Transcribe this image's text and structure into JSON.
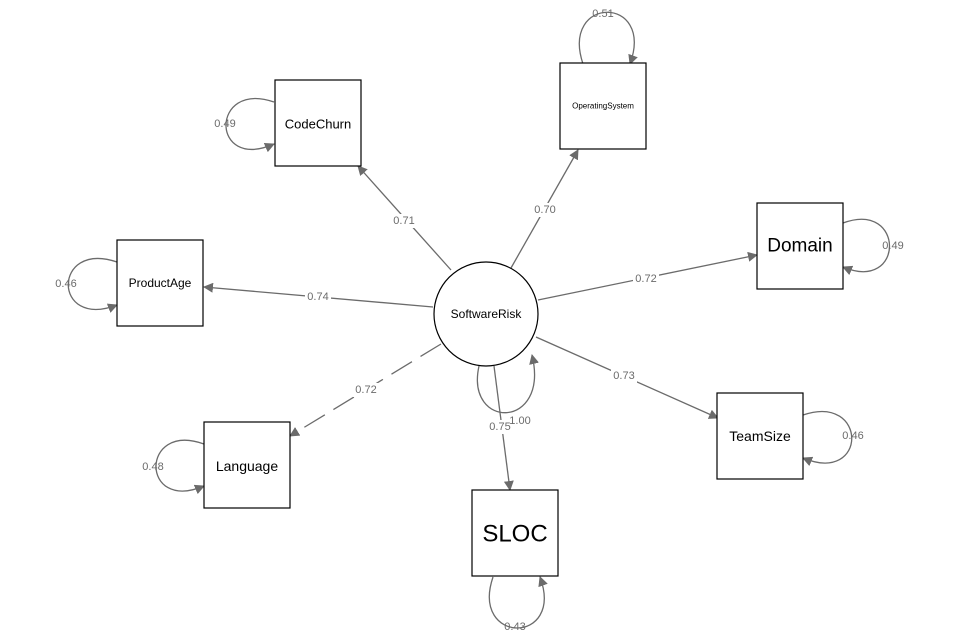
{
  "latent": {
    "label": "SoftwareRisk",
    "variance": "1.00"
  },
  "indicators": [
    {
      "id": "codechurn",
      "label": "CodeChurn",
      "loading": "0.71",
      "variance": "0.49"
    },
    {
      "id": "operatingsystem",
      "label": "OperatingSystem",
      "loading": "0.70",
      "variance": "0.51"
    },
    {
      "id": "domain",
      "label": "Domain",
      "loading": "0.72",
      "variance": "0.49"
    },
    {
      "id": "productage",
      "label": "ProductAge",
      "loading": "0.74",
      "variance": "0.46"
    },
    {
      "id": "teamsize",
      "label": "TeamSize",
      "loading": "0.73",
      "variance": "0.46"
    },
    {
      "id": "language",
      "label": "Language",
      "loading": "0.72",
      "variance": "0.48"
    },
    {
      "id": "sloc",
      "label": "SLOC",
      "loading": "0.75",
      "variance": "0.43"
    }
  ],
  "colors": {
    "edge": "#6b6b6b",
    "node_stroke": "#000000",
    "background": "#ffffff"
  }
}
